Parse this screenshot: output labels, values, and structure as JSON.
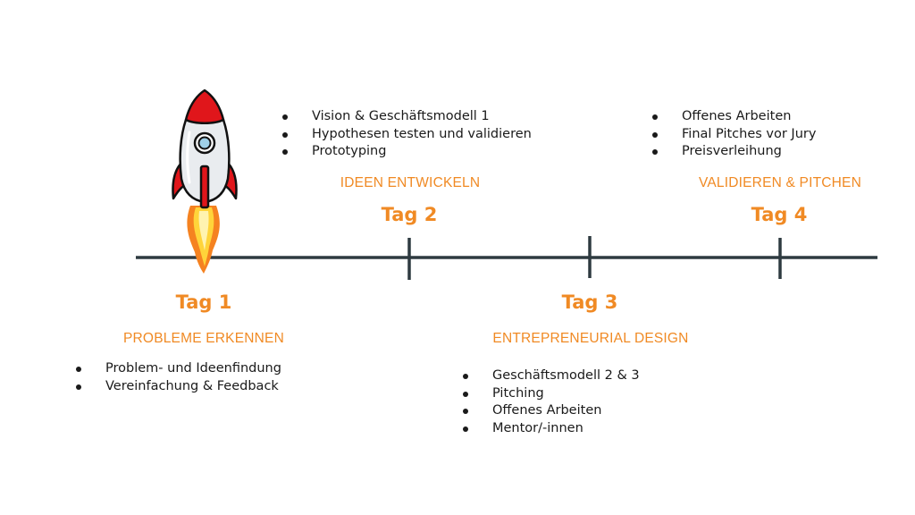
{
  "days": [
    {
      "label": "Tag 1",
      "phase": "PROBLEME ERKENNEN",
      "items": [
        "Problem- und Ideenfindung",
        "Vereinfachung & Feedback"
      ]
    },
    {
      "label": "Tag 2",
      "phase": "IDEEN ENTWICKELN",
      "items": [
        "Vision & Geschäftsmodell 1",
        "Hypothesen testen und validieren",
        "Prototyping"
      ]
    },
    {
      "label": "Tag 3",
      "phase": "ENTREPRENEURIAL DESIGN",
      "items": [
        "Geschäftsmodell 2 & 3",
        "Pitching",
        "Offenes Arbeiten",
        "Mentor/-innen"
      ]
    },
    {
      "label": "Tag 4",
      "phase": "VALIDIEREN & PITCHEN",
      "items": [
        "Offenes Arbeiten",
        "Final Pitches vor Jury",
        "Preisverleihung"
      ]
    }
  ],
  "colors": {
    "accent": "#f08a24",
    "line": "#2e3a40",
    "rocket_red": "#e0161b",
    "flame_orange": "#f58220",
    "flame_yellow": "#ffd43a"
  },
  "icons": {
    "rocket": "rocket-icon"
  }
}
